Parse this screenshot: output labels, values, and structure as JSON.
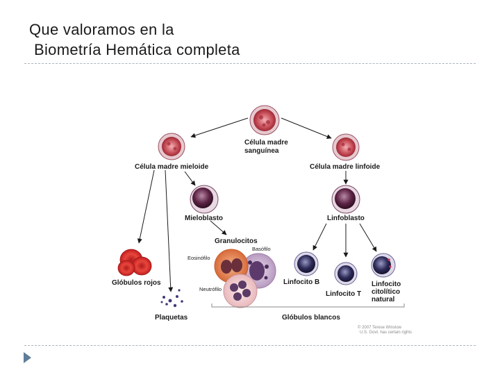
{
  "slide": {
    "title_line1": "Que valoramos en la",
    "title_line2": "Biometría Hemática completa"
  },
  "diagram": {
    "stem_cell": "Célula madre",
    "stem_cell_2": "sanguínea",
    "myeloid_stem": "Célula madre mieloide",
    "lymphoid_stem": "Célula madre linfoide",
    "myeloblast": "Mieloblasto",
    "lymphoblast": "Linfoblasto",
    "granulocytes": "Granulocitos",
    "basophil": "Basófilo",
    "eosinophil": "Eosinófilo",
    "neutrophil": "Neutrófilo",
    "red_cells": "Glóbulos rojos",
    "platelets": "Plaquetas",
    "b_lymphocyte": "Linfocito B",
    "t_lymphocyte": "Linfocito T",
    "nk_1": "Linfocito",
    "nk_2": "citolítico",
    "nk_3": "natural",
    "white_cells": "Glóbulos blancos",
    "copyright_1": "© 2007 Terese Winslow",
    "copyright_2": "U.S. Govt. has certain rights"
  },
  "colors": {
    "stem_cell": "#c94a55",
    "blast": "#5a1f3c",
    "red_cell": "#d8322e",
    "granulocyte": "#e07a4a",
    "lymphocyte": "#2a2a55"
  }
}
